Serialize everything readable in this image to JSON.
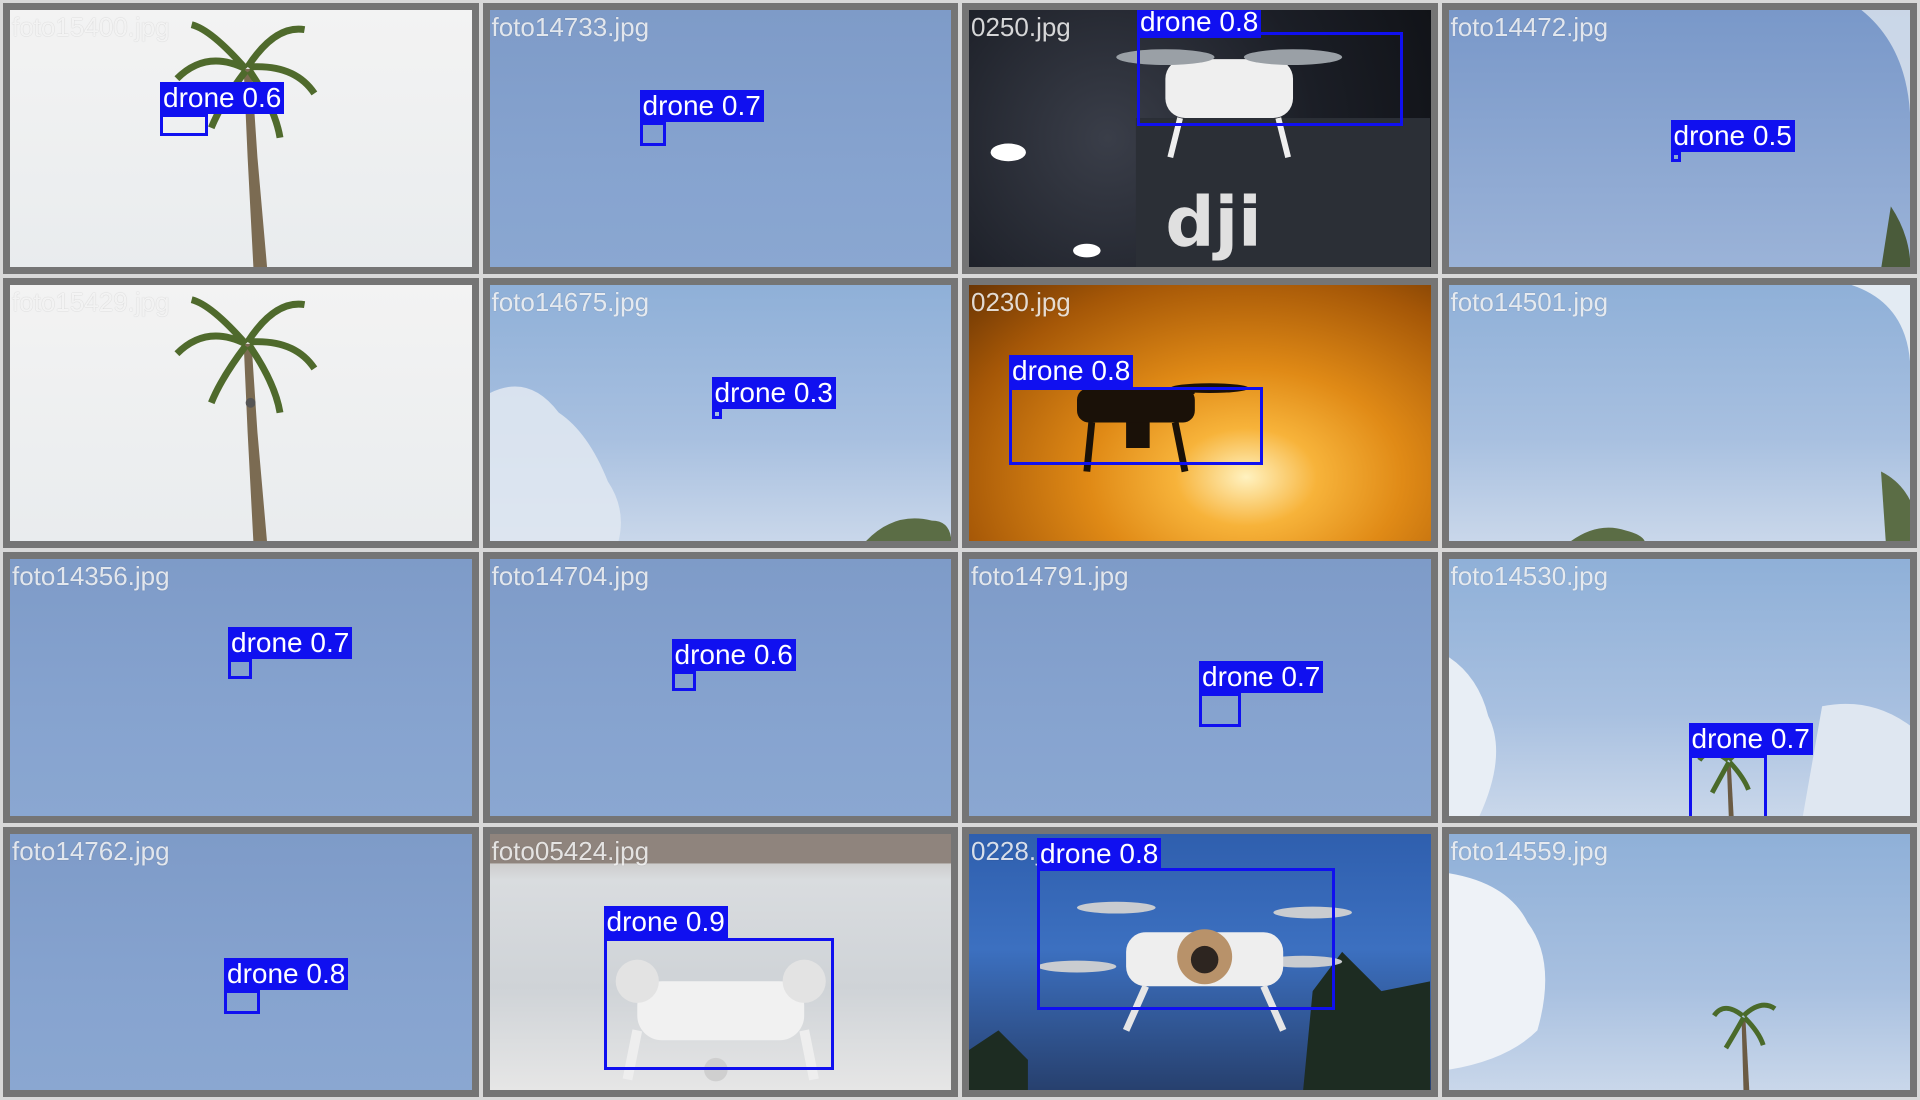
{
  "tiles": [
    {
      "filename": "foto15400.jpg",
      "label": "drone 0.6"
    },
    {
      "filename": "foto14733.jpg",
      "label": "drone 0.7"
    },
    {
      "filename": "0250.jpg",
      "label": "drone 0.8"
    },
    {
      "filename": "foto14472.jpg",
      "label": "drone 0.5"
    },
    {
      "filename": "foto15429.jpg",
      "label": ""
    },
    {
      "filename": "foto14675.jpg",
      "label": "drone 0.3"
    },
    {
      "filename": "0230.jpg",
      "label": "drone 0.8"
    },
    {
      "filename": "foto14501.jpg",
      "label": ""
    },
    {
      "filename": "foto14356.jpg",
      "label": "drone 0.7"
    },
    {
      "filename": "foto14704.jpg",
      "label": "drone 0.6"
    },
    {
      "filename": "foto14791.jpg",
      "label": "drone 0.7"
    },
    {
      "filename": "foto14530.jpg",
      "label": "drone 0.7"
    },
    {
      "filename": "foto14762.jpg",
      "label": "drone 0.8"
    },
    {
      "filename": "foto05424.jpg",
      "label": "drone 0.9"
    },
    {
      "filename": "0228.jpg",
      "label": "drone 0.8"
    },
    {
      "filename": "foto14559.jpg",
      "label": ""
    }
  ],
  "colors": {
    "box": "#1010f0",
    "label_bg": "#1010f0",
    "label_text": "#ffffff",
    "tile_border": "#757575"
  },
  "icons": {
    "palm": "palm-tree-icon",
    "drone": "drone-icon"
  }
}
